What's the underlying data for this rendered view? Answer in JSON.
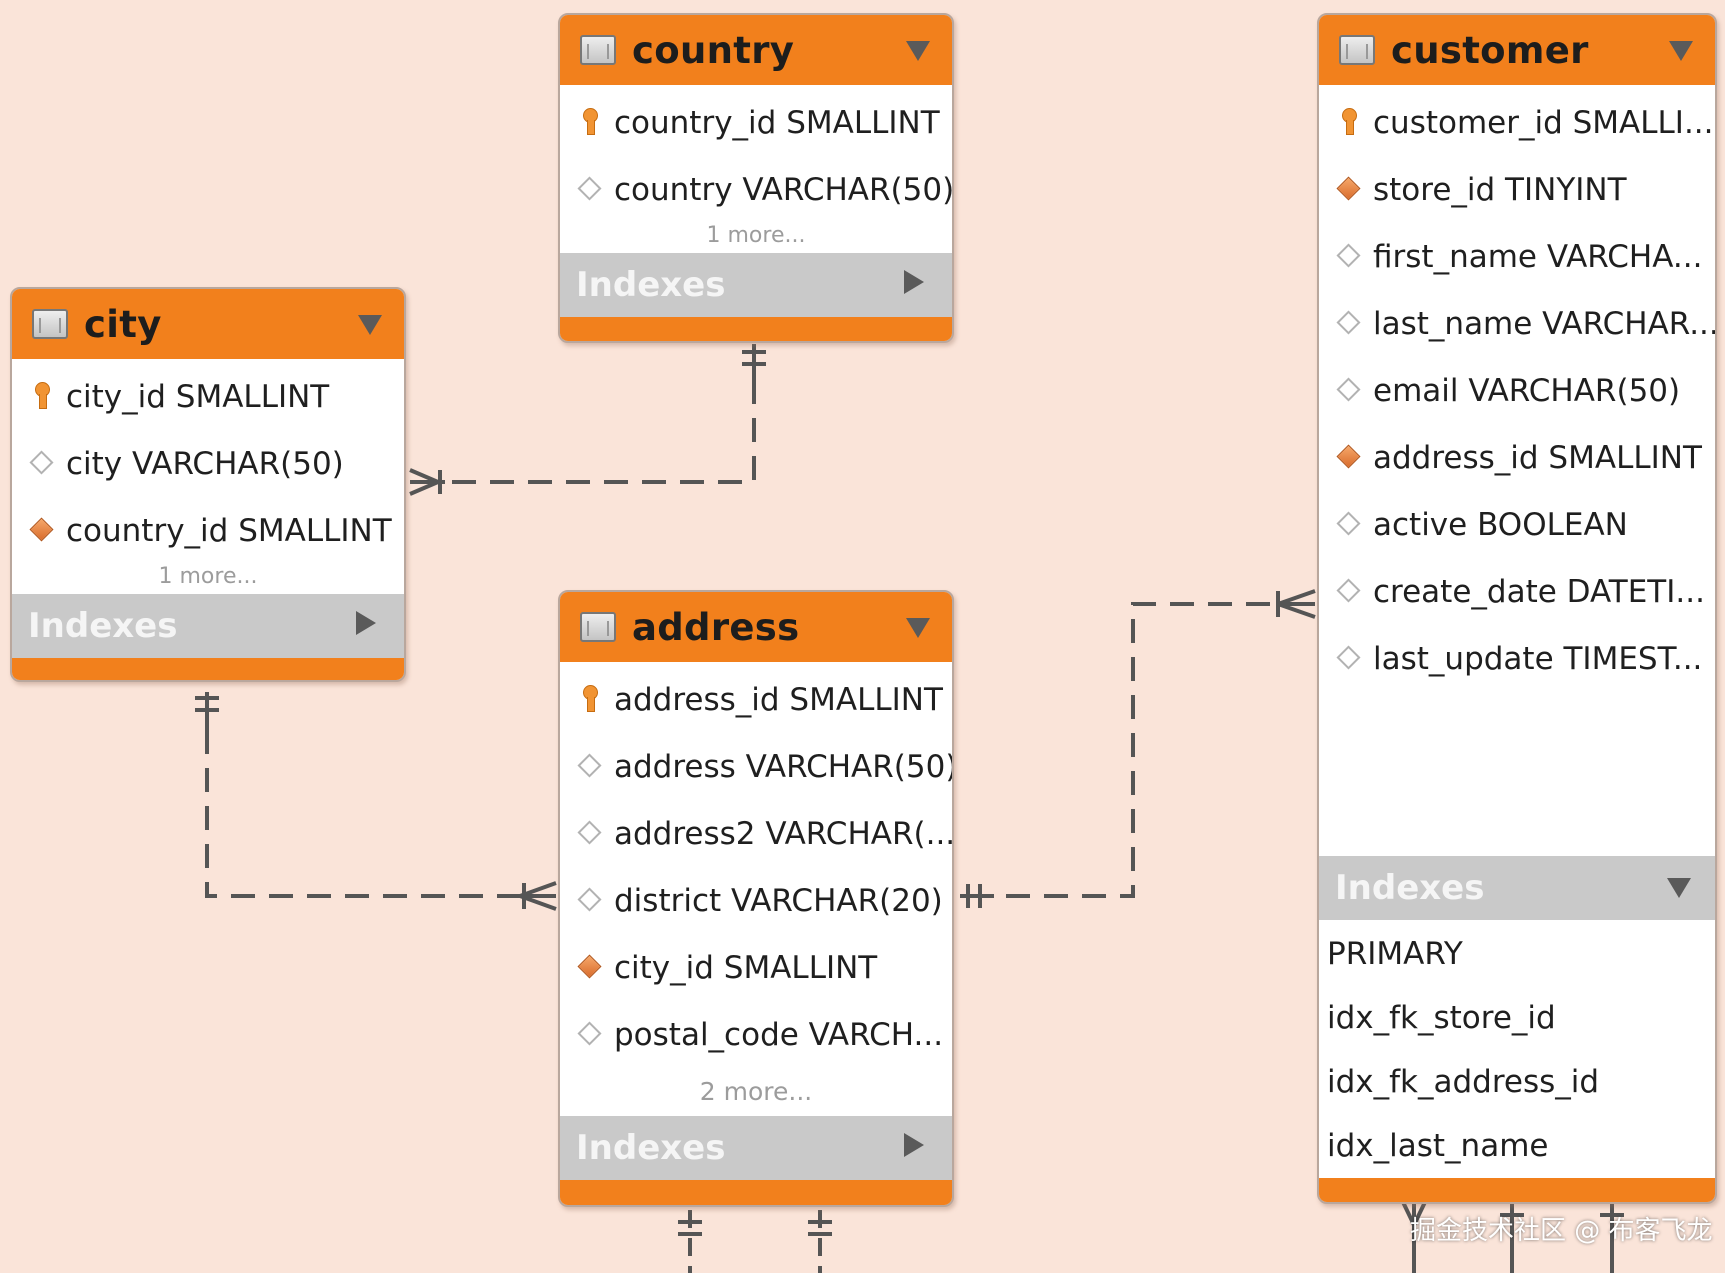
{
  "tables": {
    "country": {
      "name": "country",
      "columns": [
        {
          "text": "country_id SMALLINT",
          "key": "pk"
        },
        {
          "text": "country VARCHAR(50)",
          "key": "col"
        }
      ],
      "more": "1 more...",
      "indexes_label": "Indexes"
    },
    "city": {
      "name": "city",
      "columns": [
        {
          "text": "city_id SMALLINT",
          "key": "pk"
        },
        {
          "text": "city VARCHAR(50)",
          "key": "col"
        },
        {
          "text": "country_id SMALLINT",
          "key": "fk"
        }
      ],
      "more": "1 more...",
      "indexes_label": "Indexes"
    },
    "address": {
      "name": "address",
      "columns": [
        {
          "text": "address_id SMALLINT",
          "key": "pk"
        },
        {
          "text": "address VARCHAR(50)",
          "key": "col"
        },
        {
          "text": "address2 VARCHAR(...",
          "key": "col"
        },
        {
          "text": "district VARCHAR(20)",
          "key": "col"
        },
        {
          "text": "city_id SMALLINT",
          "key": "fk"
        },
        {
          "text": "postal_code VARCH...",
          "key": "col"
        }
      ],
      "more": "2 more...",
      "indexes_label": "Indexes"
    },
    "customer": {
      "name": "customer",
      "columns": [
        {
          "text": "customer_id SMALLI...",
          "key": "pk"
        },
        {
          "text": "store_id TINYINT",
          "key": "fk"
        },
        {
          "text": "first_name VARCHA...",
          "key": "col"
        },
        {
          "text": "last_name VARCHAR...",
          "key": "col"
        },
        {
          "text": "email VARCHAR(50)",
          "key": "col"
        },
        {
          "text": "address_id SMALLINT",
          "key": "fk"
        },
        {
          "text": "active BOOLEAN",
          "key": "col"
        },
        {
          "text": "create_date DATETI...",
          "key": "col"
        },
        {
          "text": "last_update TIMEST...",
          "key": "col"
        }
      ],
      "indexes_label": "Indexes",
      "indexes": [
        "PRIMARY",
        "idx_fk_store_id",
        "idx_fk_address_id",
        "idx_last_name"
      ]
    }
  },
  "watermark": "掘金技术社区 @ 布客飞龙",
  "colors": {
    "background": "#fae4d9",
    "header": "#f2801c",
    "indexes_bar": "#c9c9c9",
    "connector": "#555555"
  },
  "relationships": [
    {
      "from": "city",
      "to": "country",
      "type": "many-to-one"
    },
    {
      "from": "address",
      "to": "city",
      "type": "many-to-one"
    },
    {
      "from": "customer",
      "to": "address",
      "type": "many-to-one"
    }
  ]
}
